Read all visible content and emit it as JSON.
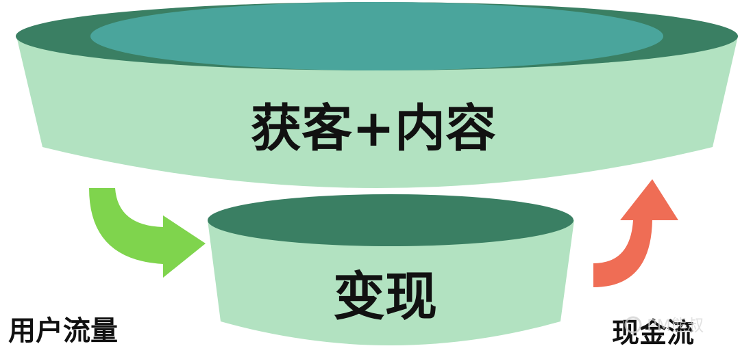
{
  "top_stage": {
    "label": "获客+内容"
  },
  "bottom_stage": {
    "label": "变现"
  },
  "left_caption": "用户流量",
  "right_caption": "现金流",
  "watermark": "PM熊叔",
  "colors": {
    "stage_body": "#b2e2c1",
    "rim_outer": "#3a7f63",
    "rim_inner": "#4aa59c",
    "arrow_in": "#7fd44d",
    "arrow_out": "#ef6d55",
    "text": "#111111"
  },
  "icons": {
    "arrow_in": "curved-arrow-right-icon",
    "arrow_out": "curved-arrow-up-icon"
  }
}
